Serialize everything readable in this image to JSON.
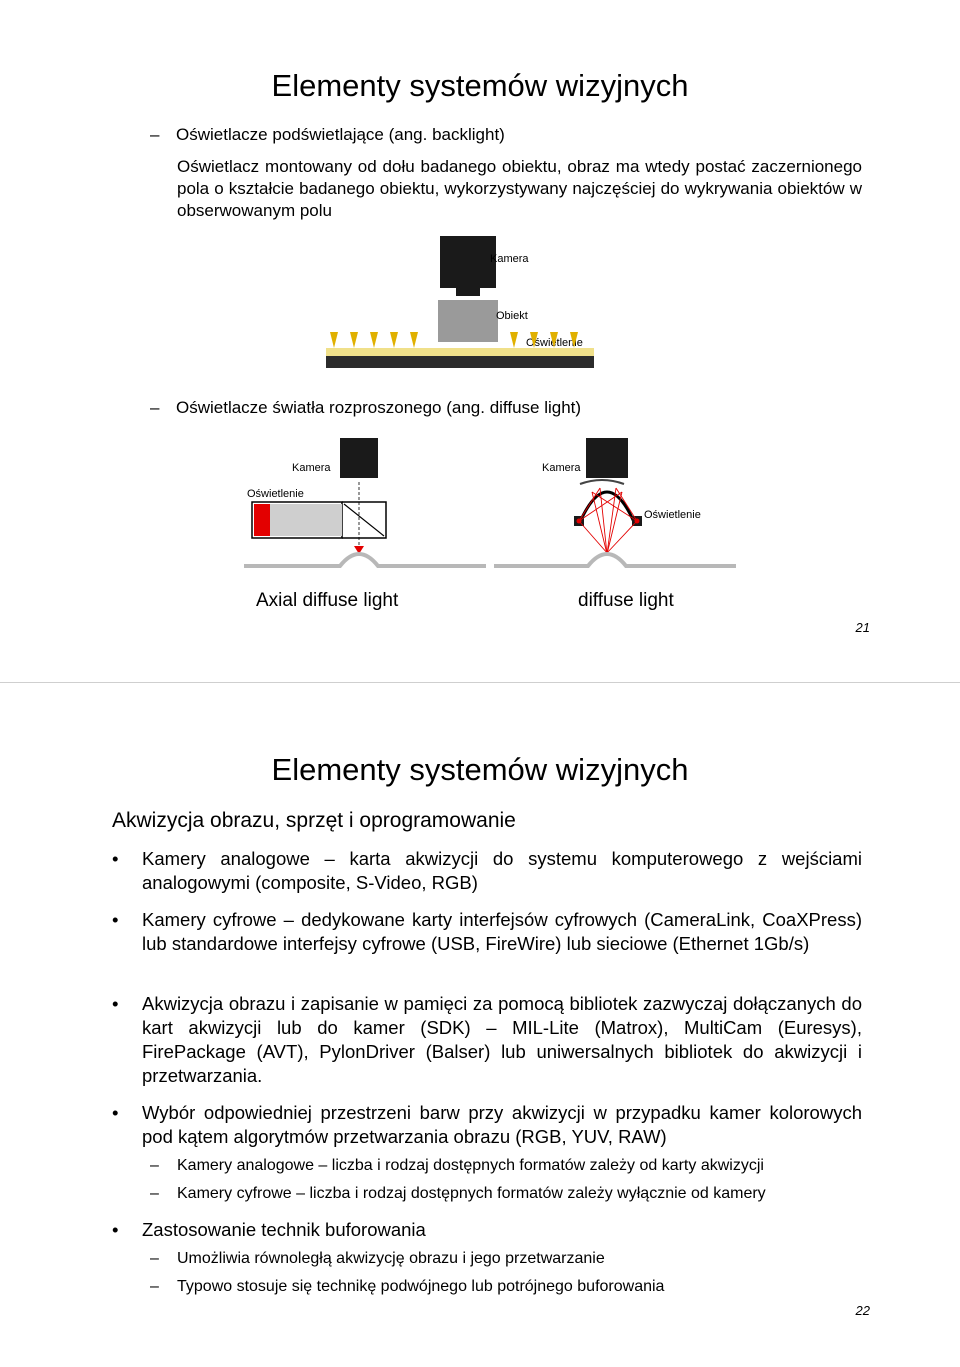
{
  "slide1": {
    "title": "Elementy systemów wizyjnych",
    "item1_label": "Oświetlacze podświetlające (ang. backlight)",
    "item1_desc": "Oświetlacz montowany od dołu badanego obiektu, obraz ma wtedy postać zaczernionego pola o kształcie badanego obiektu, wykorzystywany najczęściej do wykrywania obiektów w obserwowanym polu",
    "backlight_figure": {
      "camera_label": "Kamera",
      "object_label": "Obiekt",
      "light_label": "Oświetlenie"
    },
    "item2_label": "Oświetlacze światła rozproszonego (ang. diffuse light)",
    "axial_figure": {
      "camera_label": "Kamera",
      "light_label": "Oświetlenie"
    },
    "dome_figure": {
      "camera_label": "Kamera",
      "light_label": "Oświetlenie"
    },
    "caption_left": "Axial diffuse light",
    "caption_right": "diffuse light",
    "page_number": "21"
  },
  "slide2": {
    "title": "Elementy systemów wizyjnych",
    "subtitle": "Akwizycja obrazu, sprzęt i oprogramowanie",
    "bullet_symbol": "•",
    "dash_symbol": "–",
    "bullets": [
      "Kamery analogowe – karta akwizycji do systemu komputerowego z wejściami analogowymi (composite, S-Video, RGB)",
      "Kamery cyfrowe – dedykowane karty interfejsów cyfrowych (CameraLink, CoaXPress) lub standardowe interfejsy cyfrowe (USB, FireWire) lub sieciowe (Ethernet 1Gb/s)",
      "Akwizycja obrazu i zapisanie w pamięci za pomocą bibliotek zazwyczaj dołączanych do kart akwizycji lub do kamer (SDK) – MIL-Lite (Matrox), MultiCam (Euresys), FirePackage (AVT), PylonDriver (Balser)  lub uniwersalnych bibliotek do akwizycji i przetwarzania.",
      "Wybór odpowiedniej przestrzeni barw przy akwizycji w przypadku kamer kolorowych pod kątem algorytmów przetwarzania obrazu (RGB, YUV, RAW)"
    ],
    "sub_bullets_4": [
      "Kamery analogowe – liczba i rodzaj dostępnych formatów zależy od karty akwizycji",
      "Kamery cyfrowe – liczba i rodzaj dostępnych formatów zależy wyłącznie od kamery"
    ],
    "bullet5": "Zastosowanie technik buforowania",
    "sub_bullets_5": [
      "Umożliwia równoległą akwizycję obrazu i jego przetwarzanie",
      "Typowo stosuje się technikę podwójnego lub potrójnego buforowania"
    ],
    "page_number": "22"
  }
}
